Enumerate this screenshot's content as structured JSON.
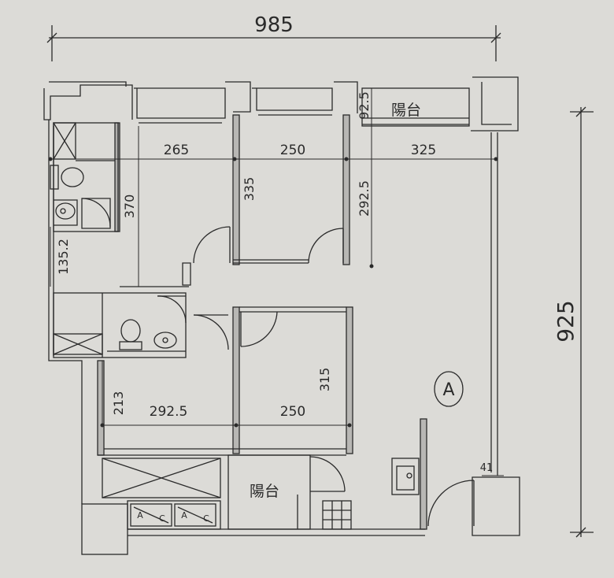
{
  "dimensions": {
    "overall_width": "985",
    "overall_depth": "925",
    "room_265": "265",
    "room_250_top": "250",
    "room_325": "325",
    "balcony_depth_top": "92.5",
    "bedroom_depth_335": "335",
    "living_292_5_vertical": "292.5",
    "bath_370": "370",
    "bath_135_2": "135.2",
    "bedroom_213": "213",
    "bedroom_292_5": "292.5",
    "bedroom_250_bottom": "250",
    "bedroom_315": "315",
    "small_41": "41"
  },
  "labels": {
    "balcony_top": "陽台",
    "balcony_bottom": "陽台",
    "unit_marker": "A"
  },
  "appliance_letters": {
    "a1": "A",
    "c1": "C",
    "a2": "A",
    "c2": "C"
  },
  "colors": {
    "background": "#dcdbd7",
    "line": "#2a2a2a"
  }
}
